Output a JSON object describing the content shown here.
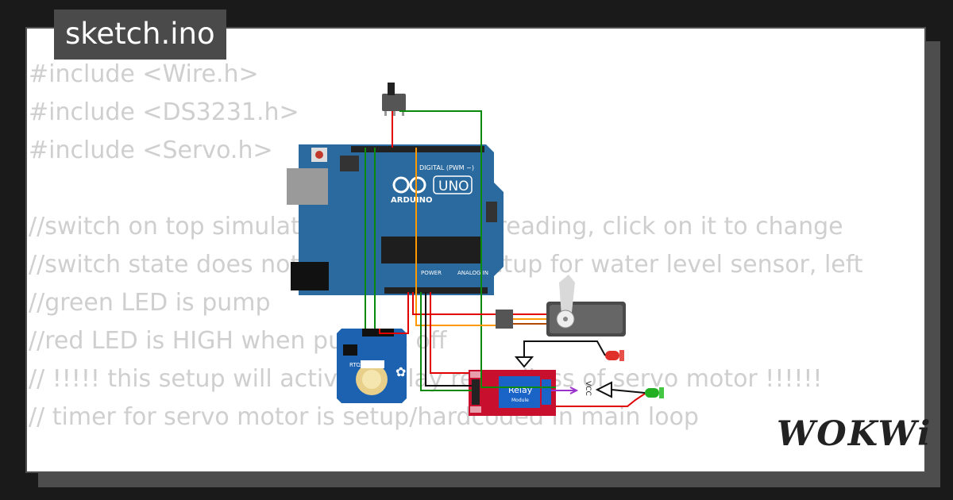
{
  "tab": {
    "filename": "sketch.ino"
  },
  "code": {
    "lines": [
      "#include <Wire.h>",
      "#include <DS3231.h>",
      "#include <Servo.h>",
      "",
      "//switch on top simulates water sensor reading, click on it to change",
      "//switch state does not matter in this setup for water level sensor, left",
      "//green LED is pump",
      "//red LED is HIGH when pump is off",
      "// !!!!! this setup will activate relay regardless of servo motor !!!!!!",
      "// timer for servo motor is setup/hardcoded in main loop"
    ]
  },
  "arduino": {
    "model": "UNO",
    "brand": "ARDUINO",
    "header_digital": "DIGITAL (PWM ~)",
    "header_power": "POWER",
    "header_analog": "ANALOG IN"
  },
  "rtc": {
    "label": "RTC",
    "chip": "DS3231"
  },
  "relay": {
    "title": "Relay",
    "subtitle": "Module",
    "vcc": "VCC"
  },
  "brand": {
    "logo": "WOKWi"
  },
  "colors": {
    "board": "#2a6a9e",
    "relay": "#c8102e",
    "rtc": "#1d62b0",
    "servo": "#4a4a4a",
    "wire_green": "#0a8a0a",
    "wire_red": "#e00000",
    "wire_orange": "#ff9900"
  }
}
